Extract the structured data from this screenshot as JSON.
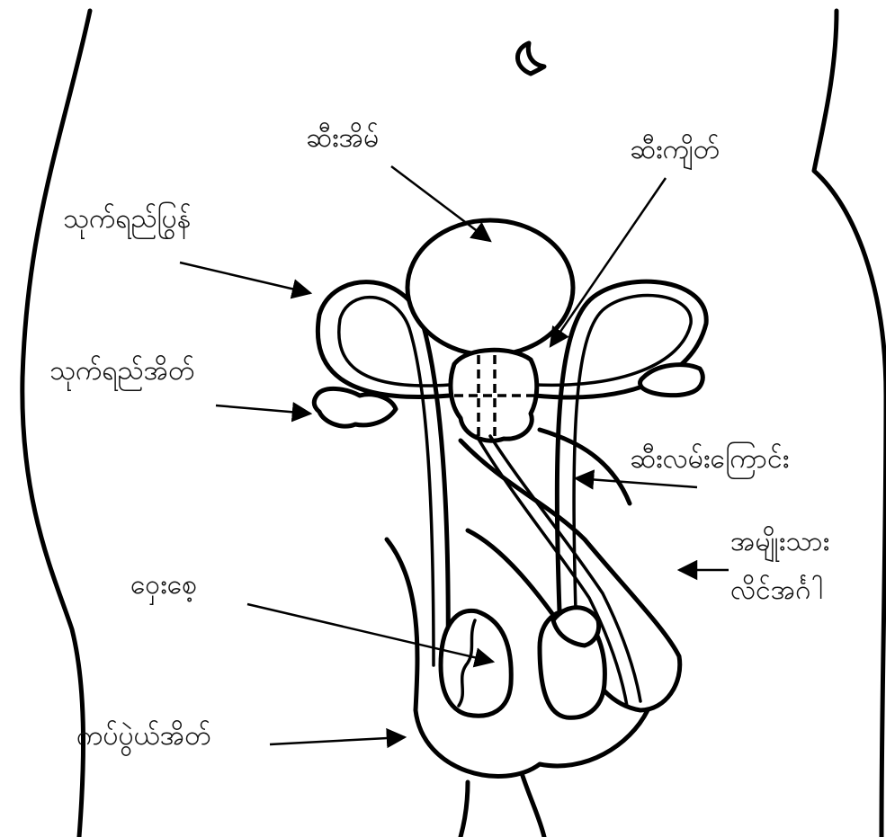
{
  "labels": {
    "bladder": "ဆီးအိမ်",
    "urethra_top": "ဆီးကျိတ်",
    "vas_deferens": "သုက်ရည်ပြွန်",
    "seminal_vesicle": "သုက်ရည်အိတ်",
    "urethra": "ဆီးလမ်းကြောင်း",
    "penis_line1": "အမျိုးသား",
    "penis_line2": "လိင်အင်္ဂါ",
    "testis": "ဝှေးစေ့",
    "scrotum": "ကပ်ပွဲယ်အိတ်"
  }
}
